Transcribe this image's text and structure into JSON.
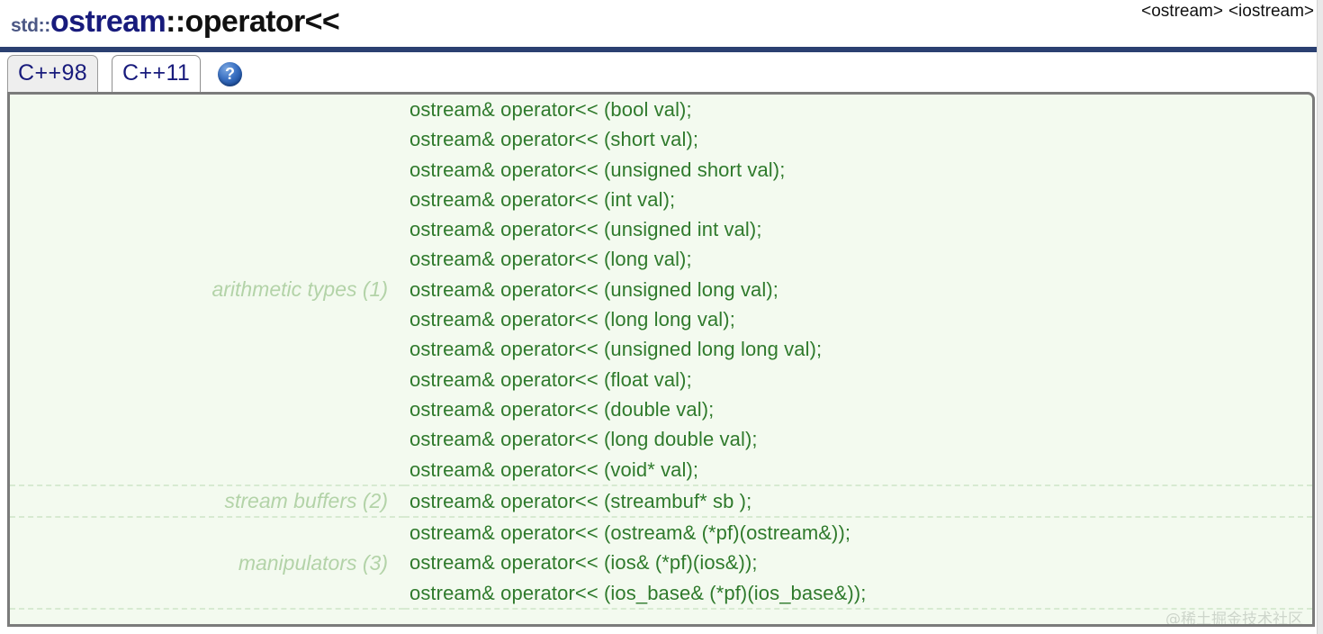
{
  "page": {
    "title": {
      "namespace": "std::",
      "class_name": "ostream",
      "separator": "::",
      "function": "operator<<"
    },
    "headers": [
      "<ostream>",
      "<iostream>"
    ],
    "watermark": "@稀土掘金技术社区"
  },
  "tabs": [
    {
      "label": "C++98",
      "active": false
    },
    {
      "label": "C++11",
      "active": true
    }
  ],
  "help": {
    "icon": "help-question-icon",
    "label": "?"
  },
  "signature_groups": [
    {
      "label": "arithmetic types (1)",
      "signatures": [
        "ostream& operator<< (bool val);",
        "ostream& operator<< (short val);",
        "ostream& operator<< (unsigned short val);",
        "ostream& operator<< (int val);",
        "ostream& operator<< (unsigned int val);",
        "ostream& operator<< (long val);",
        "ostream& operator<< (unsigned long val);",
        "ostream& operator<< (long long val);",
        "ostream& operator<< (unsigned long long val);",
        "ostream& operator<< (float val);",
        "ostream& operator<< (double val);",
        "ostream& operator<< (long double val);",
        "ostream& operator<< (void* val);"
      ]
    },
    {
      "label": "stream buffers (2)",
      "signatures": [
        "ostream& operator<< (streambuf* sb );"
      ]
    },
    {
      "label": "manipulators (3)",
      "signatures": [
        "ostream& operator<< (ostream& (*pf)(ostream&));",
        "ostream& operator<< (ios& (*pf)(ios&));",
        "ostream& operator<< (ios_base& (*pf)(ios_base&));"
      ]
    }
  ],
  "colors": {
    "navy_rule": "#2b4071",
    "title_class": "#181b7c",
    "title_namespace": "#4c5885",
    "signature_text": "#2f7a2c",
    "group_label": "#b3d3a8",
    "panel_background": "#f3faef",
    "panel_border": "#7b7b7b"
  }
}
